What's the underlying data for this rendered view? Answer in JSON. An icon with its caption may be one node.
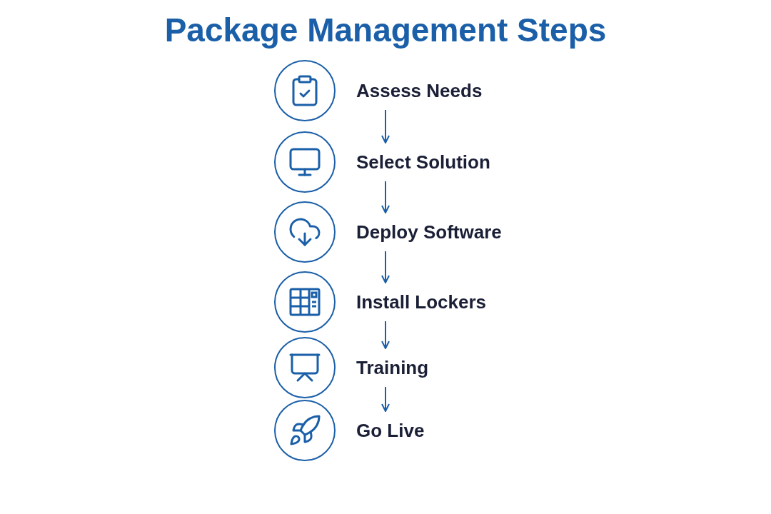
{
  "diagram": {
    "title": "Package Management Steps",
    "nodes": [
      {
        "text": [
          "Assess Needs"
        ]
      },
      {
        "text": [
          "Select Solution"
        ]
      },
      {
        "text": [
          "Deploy Software"
        ]
      },
      {
        "text": [
          "Install Lockers"
        ]
      },
      {
        "text": [
          "Training"
        ]
      },
      {
        "text": [
          "Go Live"
        ]
      }
    ],
    "edges": [
      {
        "from": 0,
        "to": 1,
        "arrow": "to"
      },
      {
        "from": 1,
        "to": 2,
        "arrow": "to"
      },
      {
        "from": 2,
        "to": 3,
        "arrow": "to"
      },
      {
        "from": 3,
        "to": 4,
        "arrow": "to"
      },
      {
        "from": 4,
        "to": 5,
        "arrow": "to"
      }
    ]
  }
}
